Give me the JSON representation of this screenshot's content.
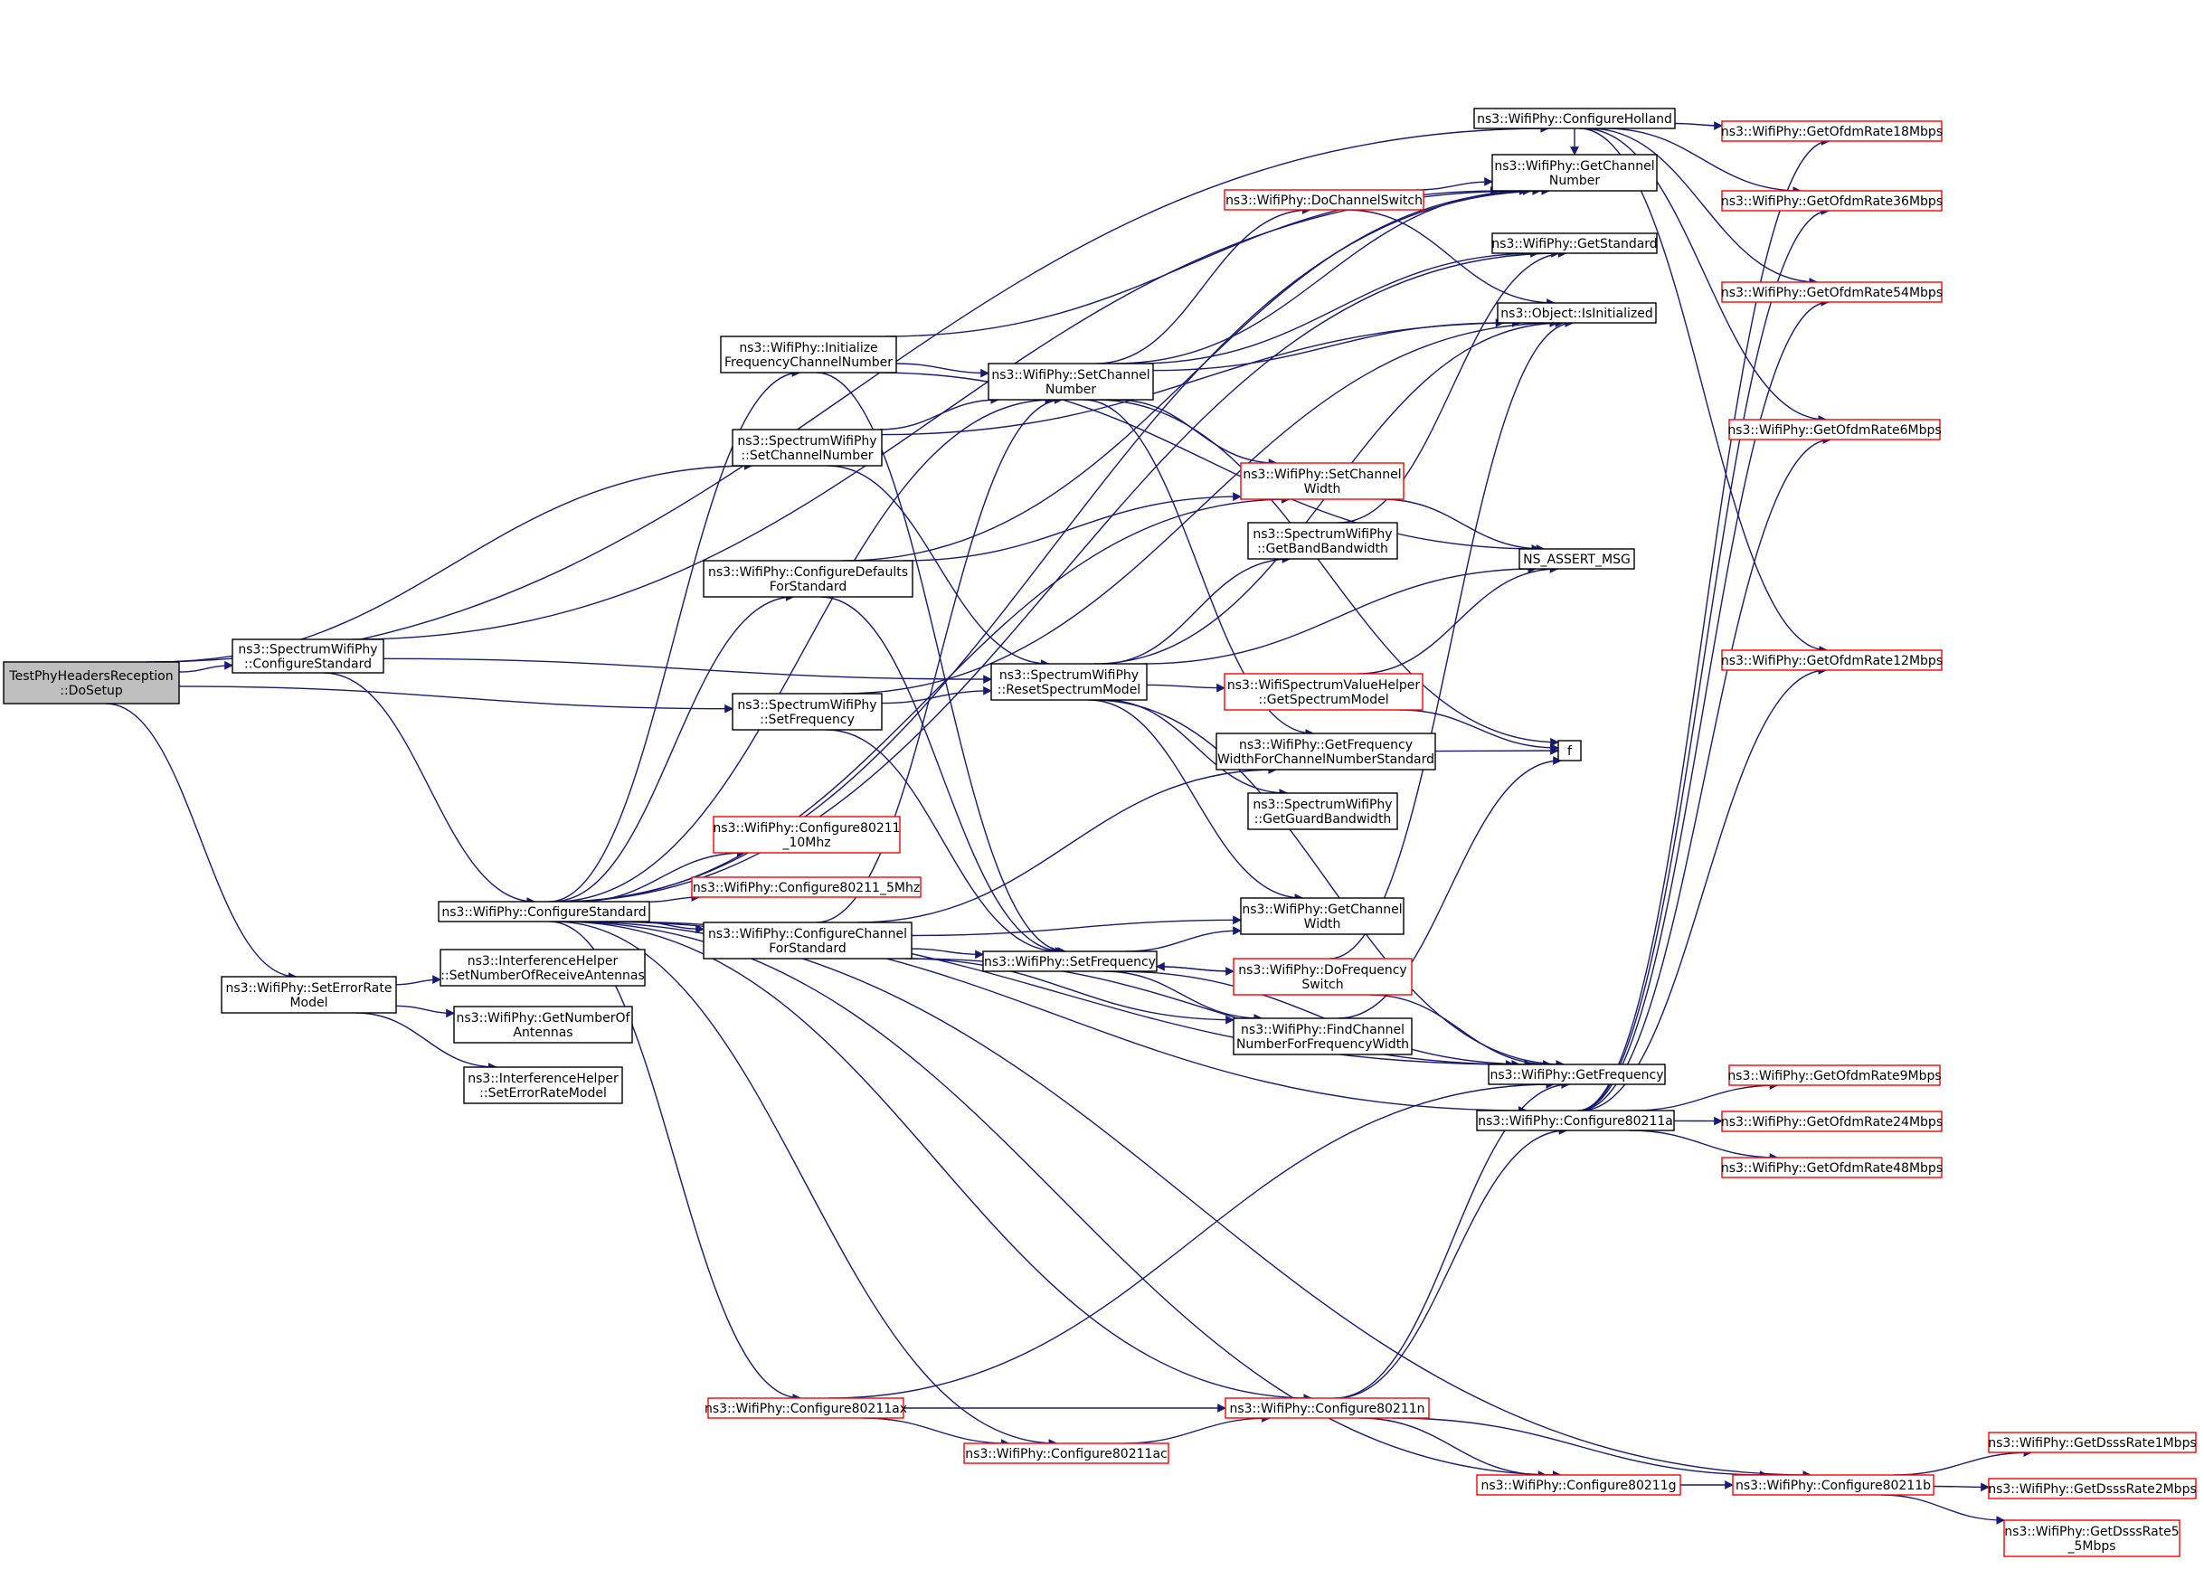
{
  "colors": {
    "edge": "#191970",
    "normal_border": "#000000",
    "highlight_border": "#ff0000",
    "root_fill": "#bfbfbf"
  },
  "nodes": [
    {
      "id": "dosetup",
      "lines": [
        "TestPhyHeadersReception",
        "::DoSetup"
      ],
      "root": true
    },
    {
      "id": "sw_configstd",
      "lines": [
        "ns3::SpectrumWifiPhy",
        "::ConfigureStandard"
      ]
    },
    {
      "id": "seterrrate",
      "lines": [
        "ns3::WifiPhy::SetErrorRate",
        "Model"
      ]
    },
    {
      "id": "configstd",
      "lines": [
        "ns3::WifiPhy::ConfigureStandard"
      ]
    },
    {
      "id": "ih_setnum",
      "lines": [
        "ns3::InterferenceHelper",
        "::SetNumberOfReceiveAntennas"
      ]
    },
    {
      "id": "getnumant",
      "lines": [
        "ns3::WifiPhy::GetNumberOf",
        "Antennas"
      ]
    },
    {
      "id": "ih_seterr",
      "lines": [
        "ns3::InterferenceHelper",
        "::SetErrorRateModel"
      ]
    },
    {
      "id": "initfreq",
      "lines": [
        "ns3::WifiPhy::Initialize",
        "FrequencyChannelNumber"
      ]
    },
    {
      "id": "sw_setchan",
      "lines": [
        "ns3::SpectrumWifiPhy",
        "::SetChannelNumber"
      ]
    },
    {
      "id": "configdef",
      "lines": [
        "ns3::WifiPhy::ConfigureDefaults",
        "ForStandard"
      ]
    },
    {
      "id": "sw_setfreq",
      "lines": [
        "ns3::SpectrumWifiPhy",
        "::SetFrequency"
      ]
    },
    {
      "id": "c10mhz",
      "lines": [
        "ns3::WifiPhy::Configure80211",
        "_10Mhz"
      ],
      "red": true
    },
    {
      "id": "c5mhz",
      "lines": [
        "ns3::WifiPhy::Configure80211_5Mhz"
      ],
      "red": true
    },
    {
      "id": "configchan",
      "lines": [
        "ns3::WifiPhy::ConfigureChannel",
        "ForStandard"
      ]
    },
    {
      "id": "cax",
      "lines": [
        "ns3::WifiPhy::Configure80211ax"
      ],
      "red": true
    },
    {
      "id": "cac",
      "lines": [
        "ns3::WifiPhy::Configure80211ac"
      ],
      "red": true
    },
    {
      "id": "setchannum",
      "lines": [
        "ns3::WifiPhy::SetChannel",
        "Number"
      ]
    },
    {
      "id": "resetspec",
      "lines": [
        "ns3::SpectrumWifiPhy",
        "::ResetSpectrumModel"
      ]
    },
    {
      "id": "setfreq",
      "lines": [
        "ns3::WifiPhy::SetFrequency"
      ]
    },
    {
      "id": "dochansw",
      "lines": [
        "ns3::WifiPhy::DoChannelSwitch"
      ],
      "red": true
    },
    {
      "id": "setchanw",
      "lines": [
        "ns3::WifiPhy::SetChannel",
        "Width"
      ],
      "red": true
    },
    {
      "id": "getbandbw",
      "lines": [
        "ns3::SpectrumWifiPhy",
        "::GetBandBandwidth"
      ]
    },
    {
      "id": "wsvh_getspec",
      "lines": [
        "ns3::WifiSpectrumValueHelper",
        "::GetSpectrumModel"
      ],
      "red": true
    },
    {
      "id": "getfreqwidth",
      "lines": [
        "ns3::WifiPhy::GetFrequency",
        "WidthForChannelNumberStandard"
      ]
    },
    {
      "id": "getguardbw",
      "lines": [
        "ns3::SpectrumWifiPhy",
        "::GetGuardBandwidth"
      ]
    },
    {
      "id": "getchanw",
      "lines": [
        "ns3::WifiPhy::GetChannel",
        "Width"
      ]
    },
    {
      "id": "dofreqsw",
      "lines": [
        "ns3::WifiPhy::DoFrequency",
        "Switch"
      ],
      "red": true
    },
    {
      "id": "findchan",
      "lines": [
        "ns3::WifiPhy::FindChannel",
        "NumberForFrequencyWidth"
      ]
    },
    {
      "id": "c11n",
      "lines": [
        "ns3::WifiPhy::Configure80211n"
      ],
      "red": true
    },
    {
      "id": "c11g",
      "lines": [
        "ns3::WifiPhy::Configure80211g"
      ],
      "red": true
    },
    {
      "id": "cholland",
      "lines": [
        "ns3::WifiPhy::ConfigureHolland"
      ]
    },
    {
      "id": "getchannum",
      "lines": [
        "ns3::WifiPhy::GetChannel",
        "Number"
      ]
    },
    {
      "id": "getstandard",
      "lines": [
        "ns3::WifiPhy::GetStandard"
      ]
    },
    {
      "id": "isinit",
      "lines": [
        "ns3::Object::IsInitialized"
      ]
    },
    {
      "id": "nsassert",
      "lines": [
        "NS_ASSERT_MSG"
      ]
    },
    {
      "id": "f",
      "lines": [
        "f"
      ]
    },
    {
      "id": "getfreq",
      "lines": [
        "ns3::WifiPhy::GetFrequency"
      ]
    },
    {
      "id": "c11a",
      "lines": [
        "ns3::WifiPhy::Configure80211a"
      ]
    },
    {
      "id": "c11b",
      "lines": [
        "ns3::WifiPhy::Configure80211b"
      ],
      "red": true
    },
    {
      "id": "r18",
      "lines": [
        "ns3::WifiPhy::GetOfdmRate18Mbps"
      ],
      "red": true
    },
    {
      "id": "r36",
      "lines": [
        "ns3::WifiPhy::GetOfdmRate36Mbps"
      ],
      "red": true
    },
    {
      "id": "r54",
      "lines": [
        "ns3::WifiPhy::GetOfdmRate54Mbps"
      ],
      "red": true
    },
    {
      "id": "r6",
      "lines": [
        "ns3::WifiPhy::GetOfdmRate6Mbps"
      ],
      "red": true
    },
    {
      "id": "r12",
      "lines": [
        "ns3::WifiPhy::GetOfdmRate12Mbps"
      ],
      "red": true
    },
    {
      "id": "r9",
      "lines": [
        "ns3::WifiPhy::GetOfdmRate9Mbps"
      ],
      "red": true
    },
    {
      "id": "r24",
      "lines": [
        "ns3::WifiPhy::GetOfdmRate24Mbps"
      ],
      "red": true
    },
    {
      "id": "r48",
      "lines": [
        "ns3::WifiPhy::GetOfdmRate48Mbps"
      ],
      "red": true
    },
    {
      "id": "d1",
      "lines": [
        "ns3::WifiPhy::GetDsssRate1Mbps"
      ],
      "red": true
    },
    {
      "id": "d2",
      "lines": [
        "ns3::WifiPhy::GetDsssRate2Mbps"
      ],
      "red": true
    },
    {
      "id": "d55",
      "lines": [
        "ns3::WifiPhy::GetDsssRate5",
        "_5Mbps"
      ],
      "red": true
    }
  ],
  "edges": [
    [
      "dosetup",
      "sw_configstd"
    ],
    [
      "dosetup",
      "sw_setchan"
    ],
    [
      "dosetup",
      "sw_setfreq"
    ],
    [
      "dosetup",
      "seterrrate"
    ],
    [
      "dosetup",
      "cholland"
    ],
    [
      "sw_configstd",
      "configstd"
    ],
    [
      "sw_configstd",
      "resetspec"
    ],
    [
      "sw_configstd",
      "getchannum"
    ],
    [
      "seterrrate",
      "ih_setnum"
    ],
    [
      "seterrrate",
      "getnumant"
    ],
    [
      "seterrrate",
      "ih_seterr"
    ],
    [
      "configstd",
      "initfreq"
    ],
    [
      "configstd",
      "configdef"
    ],
    [
      "configstd",
      "c10mhz"
    ],
    [
      "configstd",
      "c5mhz"
    ],
    [
      "configstd",
      "configchan"
    ],
    [
      "configstd",
      "cax"
    ],
    [
      "configstd",
      "cac"
    ],
    [
      "configstd",
      "c11n"
    ],
    [
      "configstd",
      "c11g"
    ],
    [
      "configstd",
      "c11b"
    ],
    [
      "configstd",
      "c11a"
    ],
    [
      "configstd",
      "getfreq"
    ],
    [
      "configstd",
      "setchannum"
    ],
    [
      "configstd",
      "setchanw"
    ],
    [
      "configstd",
      "getchannum"
    ],
    [
      "configstd",
      "getstandard"
    ],
    [
      "initfreq",
      "setchannum"
    ],
    [
      "initfreq",
      "getchannum"
    ],
    [
      "initfreq",
      "nsassert"
    ],
    [
      "initfreq",
      "setfreq"
    ],
    [
      "sw_setchan",
      "setchannum"
    ],
    [
      "sw_setchan",
      "resetspec"
    ],
    [
      "sw_setchan",
      "isinit"
    ],
    [
      "configdef",
      "setchanw"
    ],
    [
      "configdef",
      "setfreq"
    ],
    [
      "configdef",
      "getchannum"
    ],
    [
      "sw_setfreq",
      "resetspec"
    ],
    [
      "sw_setfreq",
      "setfreq"
    ],
    [
      "sw_setfreq",
      "isinit"
    ],
    [
      "configchan",
      "setfreq"
    ],
    [
      "configchan",
      "getchanw"
    ],
    [
      "configchan",
      "findchan"
    ],
    [
      "configchan",
      "getfreqwidth"
    ],
    [
      "configchan",
      "getfreq"
    ],
    [
      "configchan",
      "setchannum"
    ],
    [
      "cax",
      "cac"
    ],
    [
      "cax",
      "c11n"
    ],
    [
      "cax",
      "getfreq"
    ],
    [
      "cac",
      "c11n"
    ],
    [
      "c11n",
      "c11g"
    ],
    [
      "c11n",
      "c11b"
    ],
    [
      "c11n",
      "c11a"
    ],
    [
      "c11n",
      "getfreq"
    ],
    [
      "c11g",
      "c11b"
    ],
    [
      "setchannum",
      "dochansw"
    ],
    [
      "setchannum",
      "setchanw"
    ],
    [
      "setchannum",
      "getfreqwidth"
    ],
    [
      "setchannum",
      "getchannum"
    ],
    [
      "setchannum",
      "getstandard"
    ],
    [
      "setchannum",
      "isinit"
    ],
    [
      "setchannum",
      "f"
    ],
    [
      "resetspec",
      "getbandbw"
    ],
    [
      "resetspec",
      "wsvh_getspec"
    ],
    [
      "resetspec",
      "getguardbw"
    ],
    [
      "resetspec",
      "getchanw"
    ],
    [
      "resetspec",
      "getfreq"
    ],
    [
      "resetspec",
      "nsassert"
    ],
    [
      "resetspec",
      "isinit"
    ],
    [
      "setfreq",
      "dofreqsw"
    ],
    [
      "setfreq",
      "findchan"
    ],
    [
      "setfreq",
      "getchanw"
    ],
    [
      "setfreq",
      "getfreq"
    ],
    [
      "dofreqsw",
      "setfreq"
    ],
    [
      "dofreqsw",
      "getfreq"
    ],
    [
      "dofreqsw",
      "isinit"
    ],
    [
      "dochansw",
      "getchannum"
    ],
    [
      "dochansw",
      "isinit"
    ],
    [
      "setchanw",
      "nsassert"
    ],
    [
      "getbandbw",
      "getstandard"
    ],
    [
      "wsvh_getspec",
      "nsassert"
    ],
    [
      "wsvh_getspec",
      "f"
    ],
    [
      "getfreqwidth",
      "f"
    ],
    [
      "findchan",
      "f"
    ],
    [
      "cholland",
      "getchannum"
    ],
    [
      "cholland",
      "r18"
    ],
    [
      "cholland",
      "r36"
    ],
    [
      "cholland",
      "r54"
    ],
    [
      "cholland",
      "r6"
    ],
    [
      "cholland",
      "r12"
    ],
    [
      "c11a",
      "r6"
    ],
    [
      "c11a",
      "r9"
    ],
    [
      "c11a",
      "r12"
    ],
    [
      "c11a",
      "r18"
    ],
    [
      "c11a",
      "r24"
    ],
    [
      "c11a",
      "r36"
    ],
    [
      "c11a",
      "r48"
    ],
    [
      "c11a",
      "r54"
    ],
    [
      "c11b",
      "d1"
    ],
    [
      "c11b",
      "d2"
    ],
    [
      "c11b",
      "d55"
    ]
  ]
}
